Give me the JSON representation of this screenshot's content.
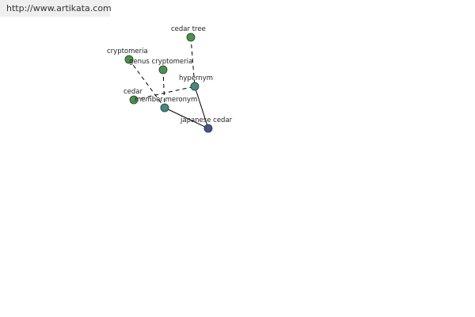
{
  "watermark": {
    "text": "http://www.artikata.com",
    "bg_color": "#efefef"
  },
  "colors": {
    "word_node": "#4f8f4f",
    "relation_node": "#4d8585",
    "focus_node": "#4a4f93",
    "edge": "#000000"
  },
  "graph": {
    "nodes": [
      {
        "id": "cedar-tree",
        "label": "cedar tree",
        "kind": "word"
      },
      {
        "id": "cryptomeria",
        "label": "cryptomeria",
        "kind": "word"
      },
      {
        "id": "genus-cryptomeria",
        "label": "genus cryptomeria",
        "kind": "word"
      },
      {
        "id": "hypernym",
        "label": "hypernym",
        "kind": "relation"
      },
      {
        "id": "cedar",
        "label": "cedar",
        "kind": "word"
      },
      {
        "id": "member-meronym",
        "label": "member meronym",
        "kind": "relation"
      },
      {
        "id": "japanese-cedar",
        "label": "japanese cedar",
        "kind": "focus"
      }
    ],
    "edges": [
      {
        "from": "cedar-tree",
        "to": "hypernym",
        "style": "dashed"
      },
      {
        "from": "cryptomeria",
        "to": "member-meronym",
        "style": "dashed"
      },
      {
        "from": "genus-cryptomeria",
        "to": "member-meronym",
        "style": "dashed"
      },
      {
        "from": "cedar",
        "to": "hypernym",
        "style": "dashed"
      },
      {
        "from": "hypernym",
        "to": "japanese-cedar",
        "style": "solid"
      },
      {
        "from": "member-meronym",
        "to": "japanese-cedar",
        "style": "solid"
      }
    ]
  }
}
